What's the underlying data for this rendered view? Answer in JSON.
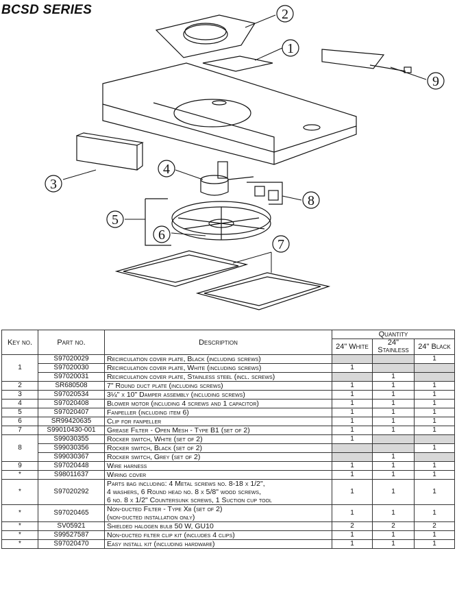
{
  "title": "BCSD SERIES",
  "callouts": [
    "1",
    "2",
    "3",
    "4",
    "5",
    "6",
    "7",
    "8",
    "9"
  ],
  "table": {
    "headers": {
      "key": "Key no.",
      "part": "Part no.",
      "description": "Description",
      "quantity": "Quantity",
      "col_white": "24\" White",
      "col_stainless": "24\" Stainless",
      "col_black": "24\" Black"
    },
    "rows": [
      {
        "key": "1",
        "part": "S97020029",
        "desc": "Recirculation cover plate, Black (including screws)",
        "w": "",
        "s": "",
        "b": "1"
      },
      {
        "key": "",
        "part": "S97020030",
        "desc": "Recirculation cover plate, White (including screws)",
        "w": "1",
        "s": "",
        "b": ""
      },
      {
        "key": "",
        "part": "S97020031",
        "desc": "Recirculation cover plate, Stainless steel (incl. screws)",
        "w": "",
        "s": "1",
        "b": ""
      },
      {
        "key": "2",
        "part": "SR680508",
        "desc": "7\" Round duct plate (including screws)",
        "w": "1",
        "s": "1",
        "b": "1"
      },
      {
        "key": "3",
        "part": "S97020534",
        "desc": "3¼\" x 10\" Damper assembly (including screws)",
        "w": "1",
        "s": "1",
        "b": "1"
      },
      {
        "key": "4",
        "part": "S97020408",
        "desc": "Blower motor (including 4 screws and 1 capacitor)",
        "w": "1",
        "s": "1",
        "b": "1"
      },
      {
        "key": "5",
        "part": "S97020407",
        "desc": "Fanpeller (including item 6)",
        "w": "1",
        "s": "1",
        "b": "1"
      },
      {
        "key": "6",
        "part": "SR99420635",
        "desc": "Clip for fanpeller",
        "w": "1",
        "s": "1",
        "b": "1"
      },
      {
        "key": "7",
        "part": "S99010430-001",
        "desc": "Grease Filter - Open Mesh - Type B1 (set of 2)",
        "w": "1",
        "s": "1",
        "b": "1"
      },
      {
        "key": "8",
        "part": "S99030355",
        "desc": "Rocker switch, White (set of 2)",
        "w": "1",
        "s": "",
        "b": ""
      },
      {
        "key": "",
        "part": "S99030356",
        "desc": "Rocker switch, Black (set of 2)",
        "w": "",
        "s": "",
        "b": "1"
      },
      {
        "key": "",
        "part": "S99030367",
        "desc": "Rocker switch, Grey (set of 2)",
        "w": "",
        "s": "1",
        "b": ""
      },
      {
        "key": "9",
        "part": "S97020448",
        "desc": "Wire harness",
        "w": "1",
        "s": "1",
        "b": "1"
      },
      {
        "key": "*",
        "part": "S98011637",
        "desc": "Wiring cover",
        "w": "1",
        "s": "1",
        "b": "1"
      },
      {
        "key": "*",
        "part": "S97020292",
        "desc": "Parts bag including: 4 Metal screws no. 8-18 x 1/2\",\n4 washers, 6 Round head no. 8 x 5/8\" wood screws,\n6 no. 8 x 1/2\" Countersunk screws, 1 Suction cup tool",
        "w": "1",
        "s": "1",
        "b": "1"
      },
      {
        "key": "*",
        "part": "S97020465",
        "desc": "Non-ducted Filter - Type Xb (set of 2)\n(non-ducted installation only)",
        "w": "1",
        "s": "1",
        "b": "1"
      },
      {
        "key": "*",
        "part": "SV05921",
        "desc": "Shielded halogen bulb 50 W, GU10",
        "w": "2",
        "s": "2",
        "b": "2"
      },
      {
        "key": "*",
        "part": "S99527587",
        "desc": "Non-ducted filter clip kit (includes 4 clips)",
        "w": "1",
        "s": "1",
        "b": "1"
      },
      {
        "key": "*",
        "part": "S97020470",
        "desc": "Easy install kit (including hardware)",
        "w": "1",
        "s": "1",
        "b": "1"
      }
    ]
  }
}
